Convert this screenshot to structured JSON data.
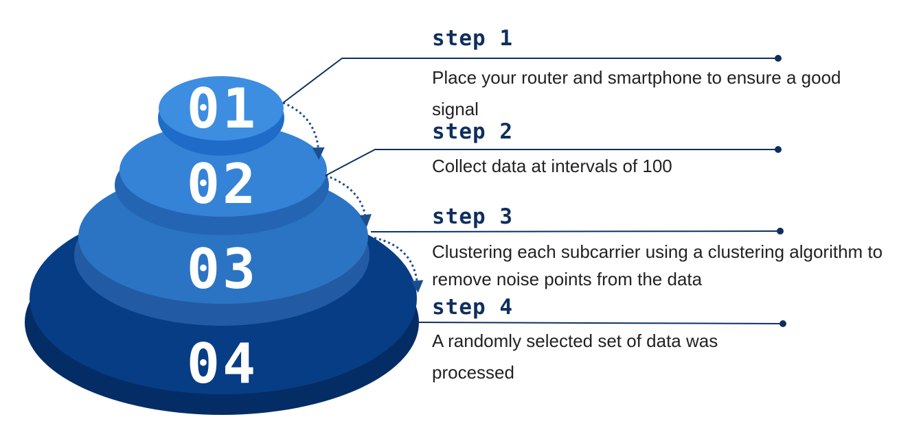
{
  "colors": {
    "layer1_top": "#3d8ee0",
    "layer1_side": "#1f6cc8",
    "layer2_top": "#3583d7",
    "layer2_side": "#2465b3",
    "layer3_top": "#2b74c4",
    "layer3_side": "#225ba3",
    "layer4_top": "#073d85",
    "layer4_side": "#042d66",
    "connector": "#0e2f5e",
    "arrow": "#1a4f8e"
  },
  "steps": [
    {
      "number": "01",
      "title": "step 1",
      "description": "Place your router and smartphone to ensure a good signal"
    },
    {
      "number": "02",
      "title": "step 2",
      "description": "Collect data at intervals of 100"
    },
    {
      "number": "03",
      "title": "step 3",
      "description": "Clustering each subcarrier using a clustering algorithm to remove noise points from the data"
    },
    {
      "number": "04",
      "title": "step 4",
      "description": "A randomly selected set of data was processed"
    }
  ]
}
